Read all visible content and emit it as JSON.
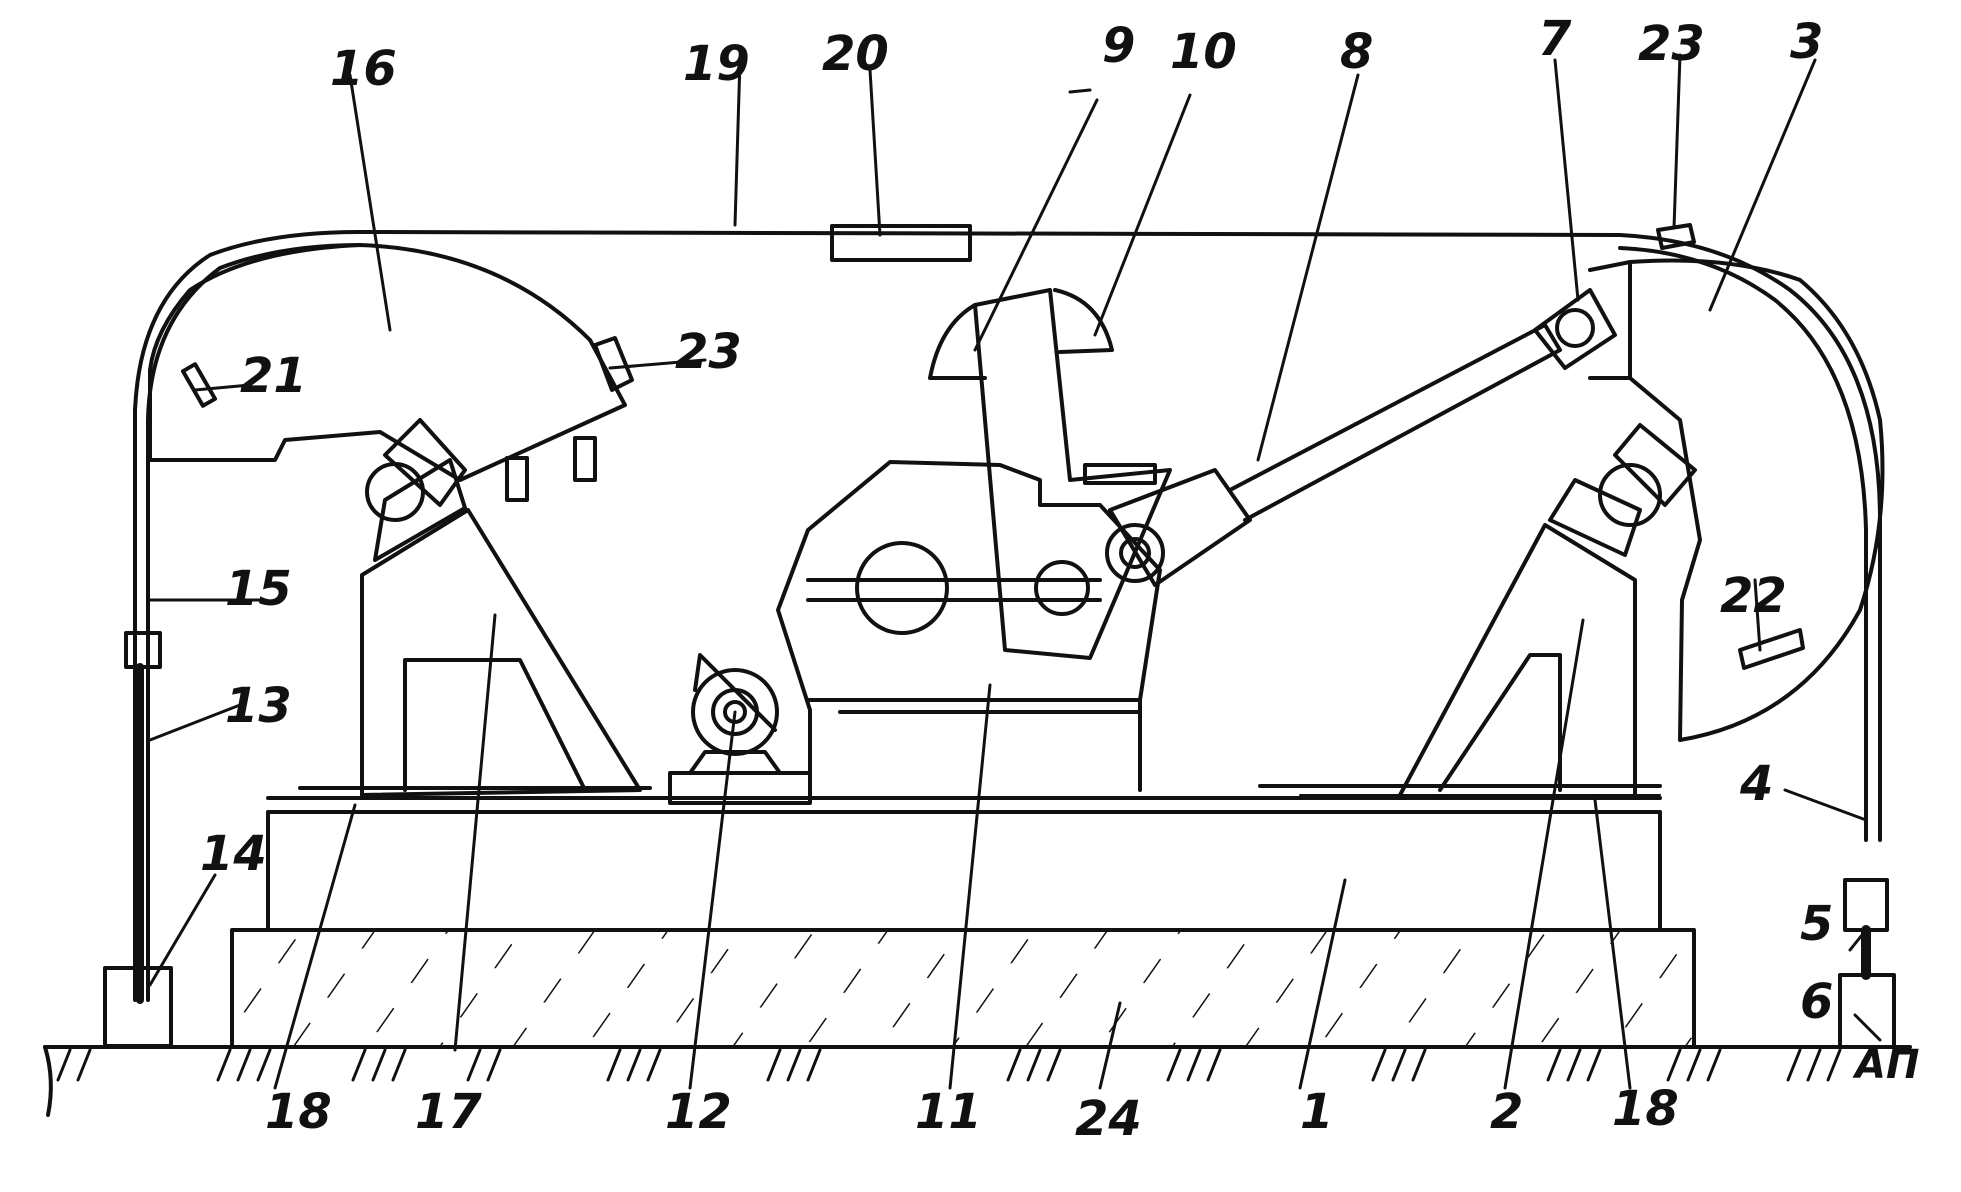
{
  "figure": {
    "callouts": [
      "1",
      "2",
      "3",
      "4",
      "5",
      "6",
      "7",
      "8",
      "9",
      "10",
      "11",
      "12",
      "13",
      "14",
      "15",
      "16",
      "17",
      "18",
      "19",
      "20",
      "21",
      "22",
      "23",
      "24"
    ],
    "ground_mark": "AП"
  },
  "colors": {
    "ink": "#111111",
    "background": "#ffffff"
  }
}
